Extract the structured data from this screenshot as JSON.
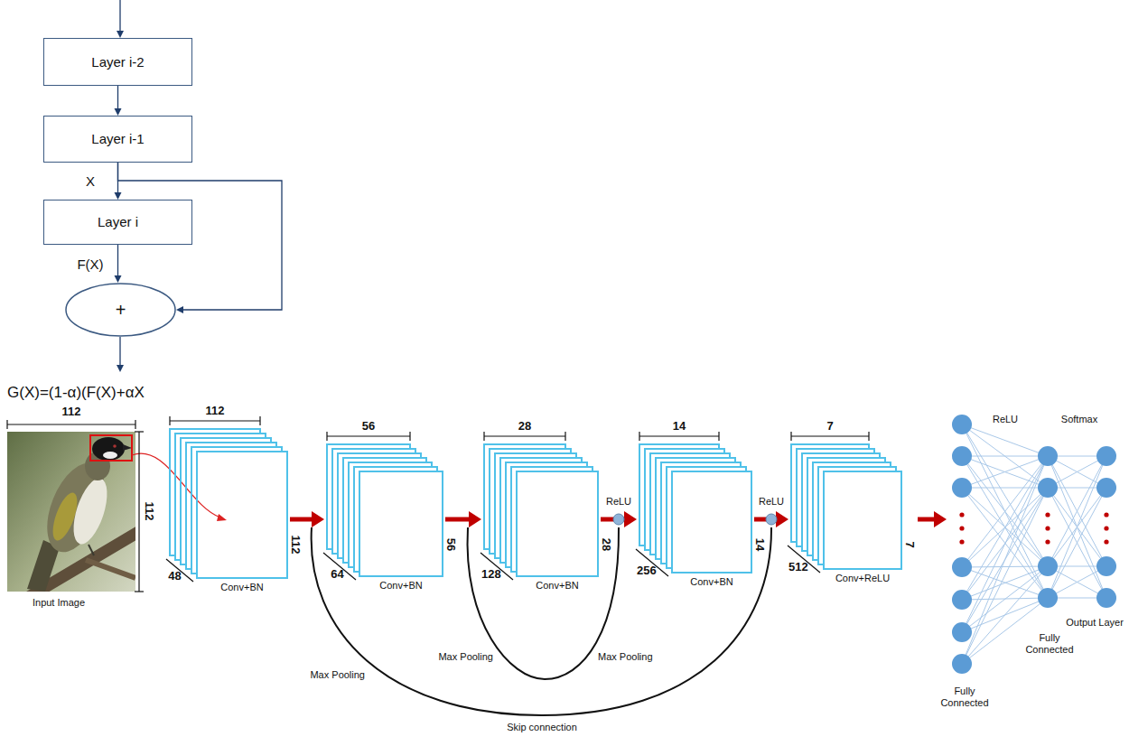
{
  "diagram": {
    "nodes": [
      {
        "text": [
          "Layer i-2"
        ]
      },
      {
        "text": [
          "Layer i-1"
        ]
      },
      {
        "text": [
          "Layer i"
        ]
      },
      {
        "text": [
          "+"
        ]
      },
      {
        "text": [
          "Conv+BN"
        ]
      },
      {
        "text": [
          "Conv+BN"
        ]
      },
      {
        "text": [
          "Conv+BN"
        ]
      },
      {
        "text": [
          "Conv+BN"
        ]
      },
      {
        "text": [
          "Conv+ReLU"
        ]
      }
    ],
    "edges": [
      {
        "from": 0,
        "to": 1,
        "arrow": "to"
      },
      {
        "from": 1,
        "to": 2,
        "arrow": "to"
      },
      {
        "from": 2,
        "to": 3,
        "arrow": "to"
      },
      {
        "from": 1,
        "to": 3,
        "arrow": "to"
      },
      {
        "from": 4,
        "to": 5,
        "arrow": "to"
      },
      {
        "from": 5,
        "to": 6,
        "arrow": "to"
      },
      {
        "from": 6,
        "to": 7,
        "arrow": "to"
      },
      {
        "from": 7,
        "to": 8,
        "arrow": "to"
      }
    ],
    "labels": [
      "X",
      "F(X)",
      "G(X)=(1-α)(F(X)+αX",
      "112",
      "112",
      "Input Image",
      "112",
      "112",
      "48",
      "56",
      "56",
      "64",
      "28",
      "28",
      "128",
      "14",
      "14",
      "256",
      "7",
      "7",
      "512",
      "ReLU",
      "ReLU",
      "Max Pooling",
      "Max Pooling",
      "Max Pooling",
      "Skip connection",
      "ReLU",
      "Softmax",
      "Fully Connected",
      "Fully Connected",
      "Output Layer"
    ]
  }
}
